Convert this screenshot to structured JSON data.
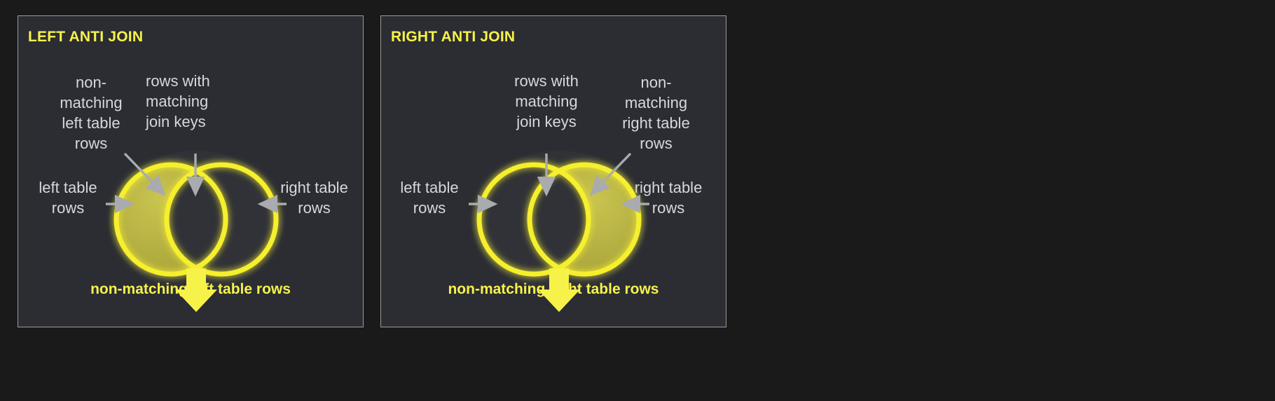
{
  "background_color": "#1a1a1a",
  "panel": {
    "fill_color": "#2b2d33",
    "border_color": "#9a9a9a"
  },
  "colors": {
    "accent_yellow": "#f7f24a",
    "ring_yellow": "#f5ef2e",
    "fill_olive": "#b8b341",
    "annotation_gray": "#d6d8dc",
    "arrow_gray": "#9b9da1"
  },
  "panels": [
    {
      "id": "left-anti-join",
      "title": "LEFT ANTI JOIN",
      "annotations": {
        "non_matching": "non-\nmatching\nleft table\nrows",
        "matching_keys": "rows with\nmatching\njoin keys",
        "left_table": "left table\nrows",
        "right_table": "right table\nrows"
      },
      "caption": "non-matching left table rows",
      "highlighted_side": "left"
    },
    {
      "id": "right-anti-join",
      "title": "RIGHT ANTI JOIN",
      "annotations": {
        "matching_keys": "rows with\nmatching\njoin keys",
        "non_matching": "non-\nmatching\nright table\nrows",
        "left_table": "left table\nrows",
        "right_table": "right table\nrows"
      },
      "caption": "non-matching right table rows",
      "highlighted_side": "right"
    }
  ],
  "icons": {
    "down_arrow": "down-arrow-icon",
    "pointer_arrow": "pointer-arrow-icon"
  }
}
